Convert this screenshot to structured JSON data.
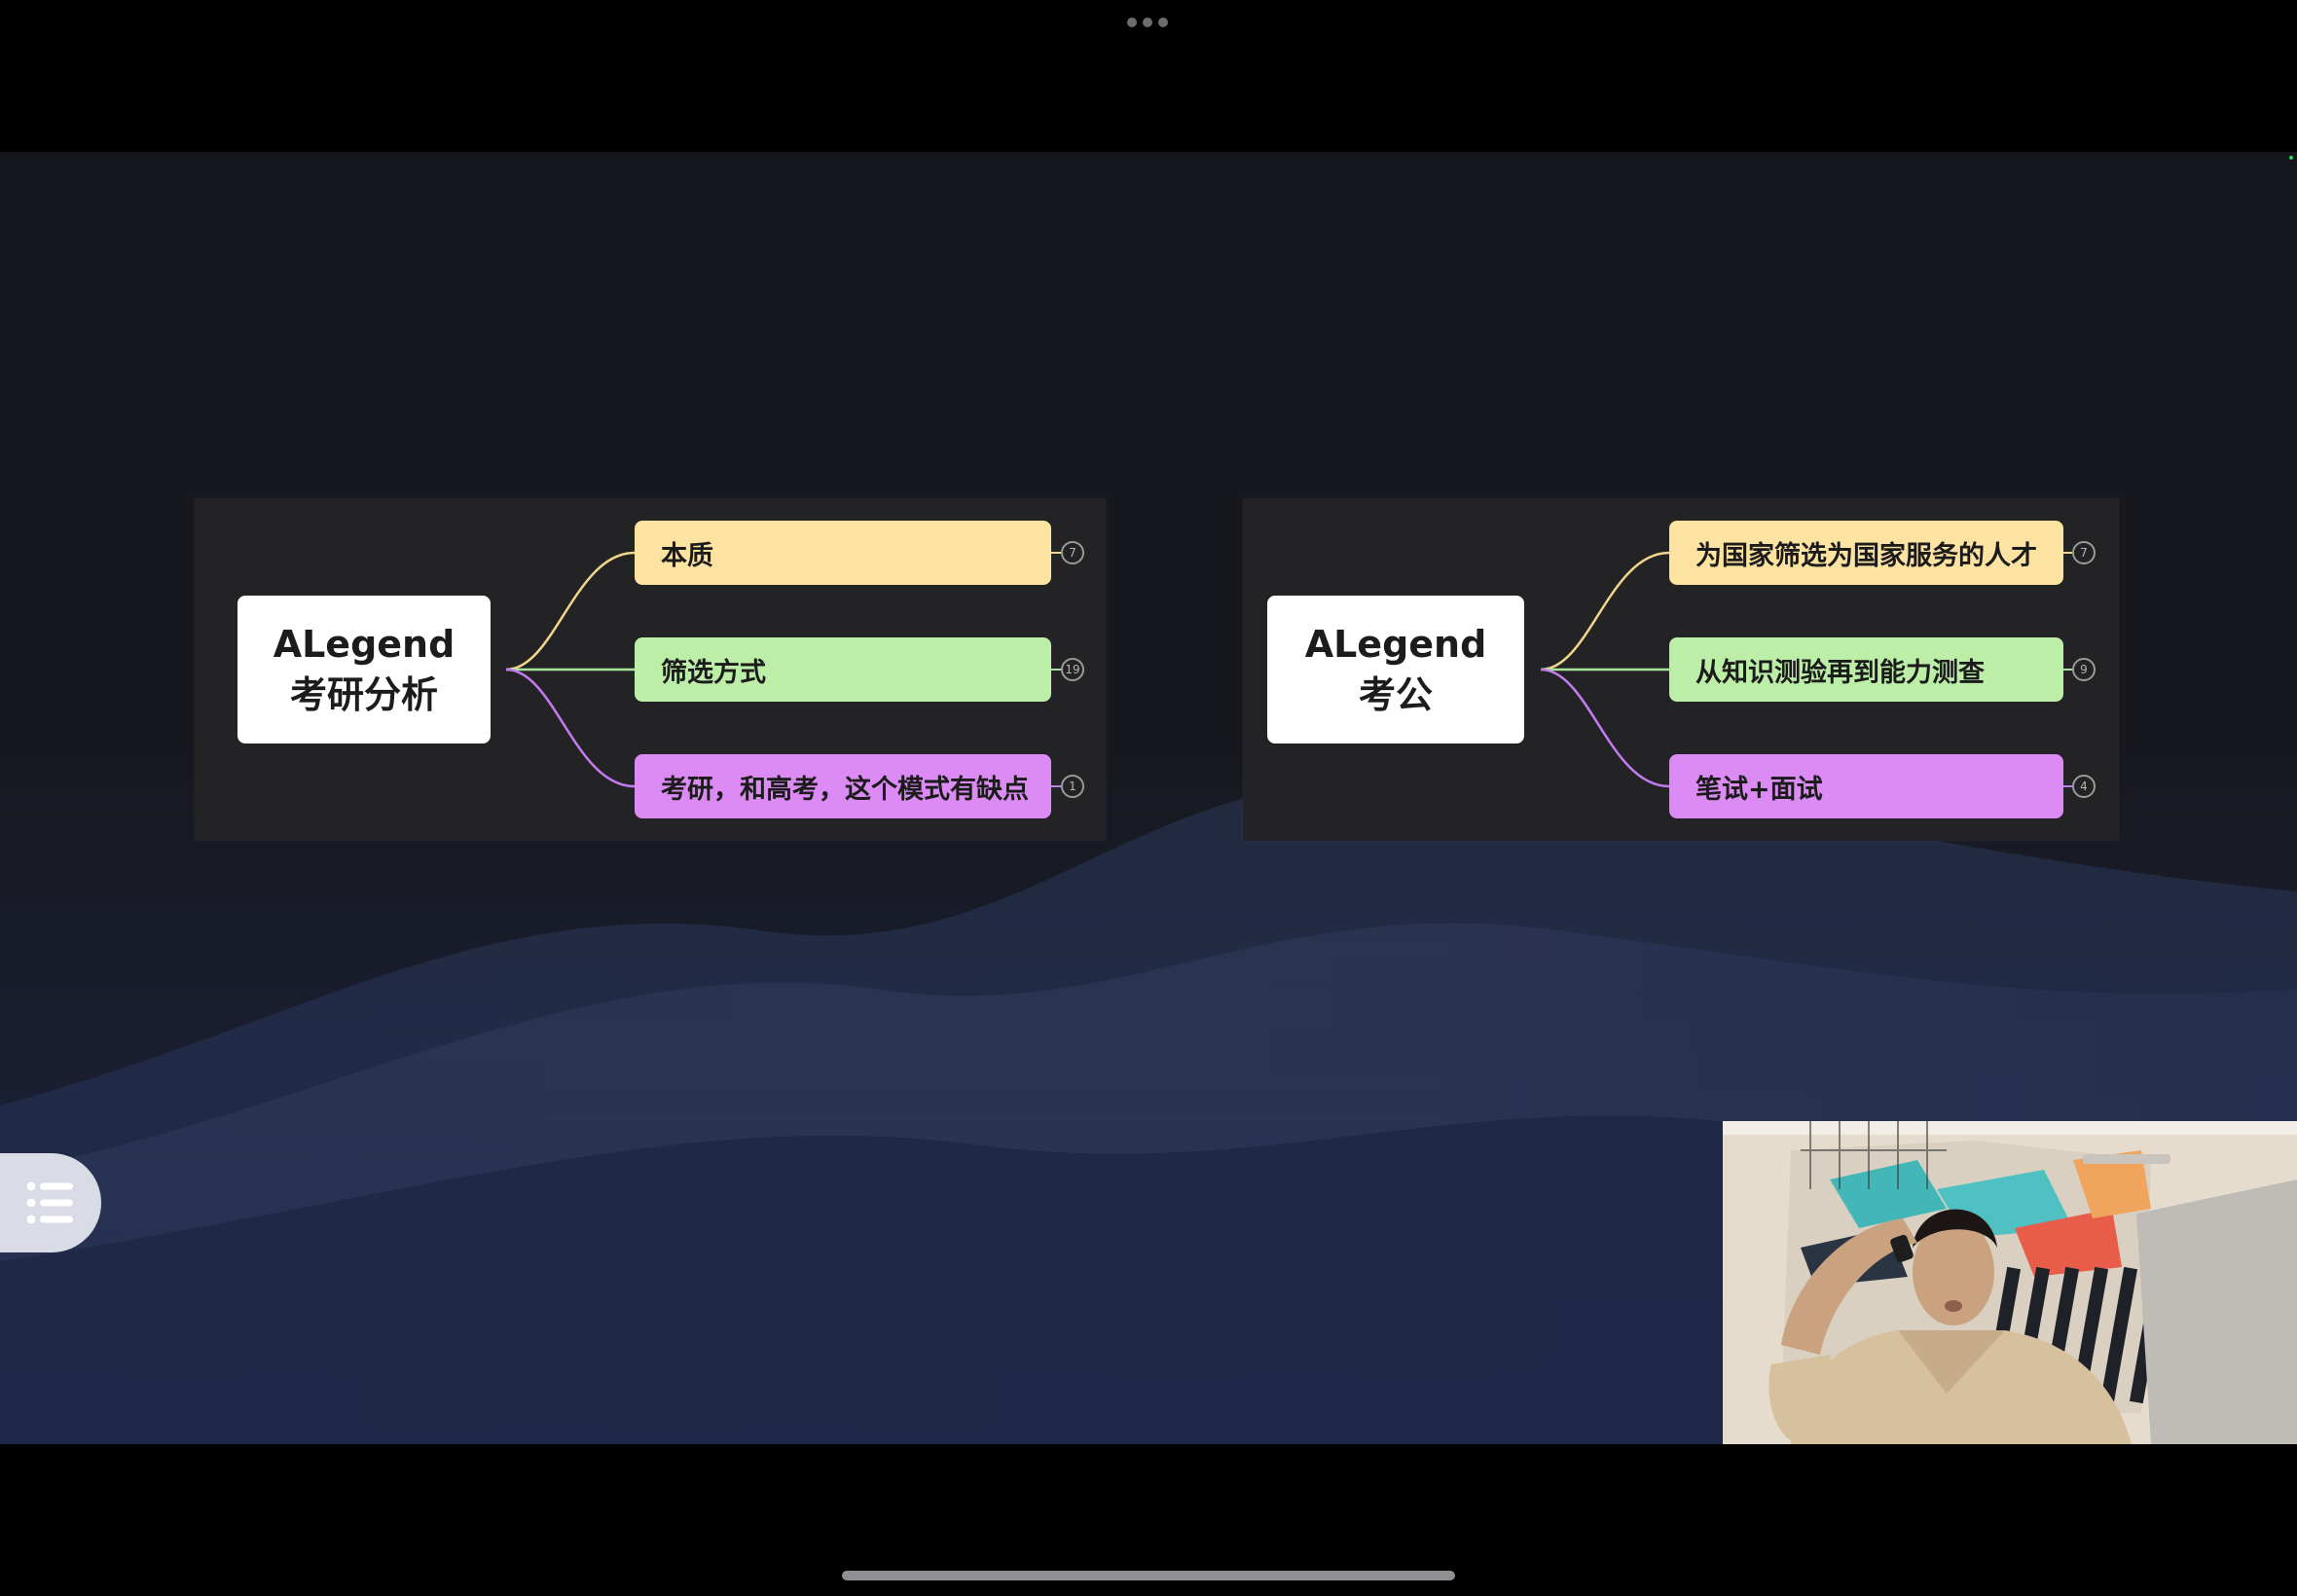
{
  "screen": {
    "left_mindmap": {
      "root_line1": "ALegend",
      "root_line2": "考研分析",
      "branches": [
        {
          "label": "本质",
          "count": "7",
          "color": "#fde3a1"
        },
        {
          "label": "筛选方式",
          "count": "19",
          "color": "#bdeea8"
        },
        {
          "label": "考研，和高考，这个模式有缺点",
          "count": "1",
          "color": "#dc8bf5"
        }
      ]
    },
    "right_mindmap": {
      "root_line1": "ALegend",
      "root_line2": "考公",
      "branches": [
        {
          "label": "为国家筛选为国家服务的人才",
          "count": "7",
          "color": "#fde3a1"
        },
        {
          "label": "从知识测验再到能力测查",
          "count": "9",
          "color": "#bdeea8"
        },
        {
          "label": "笔试+面试",
          "count": "4",
          "color": "#dc8bf5"
        }
      ]
    }
  },
  "controls": {
    "outline_icon": "list-icon",
    "multitask_icon": "more-dots-icon"
  },
  "colors": {
    "link_yellow": "#f0d58a",
    "link_green": "#a8e39a",
    "link_purple": "#c27cf0"
  }
}
